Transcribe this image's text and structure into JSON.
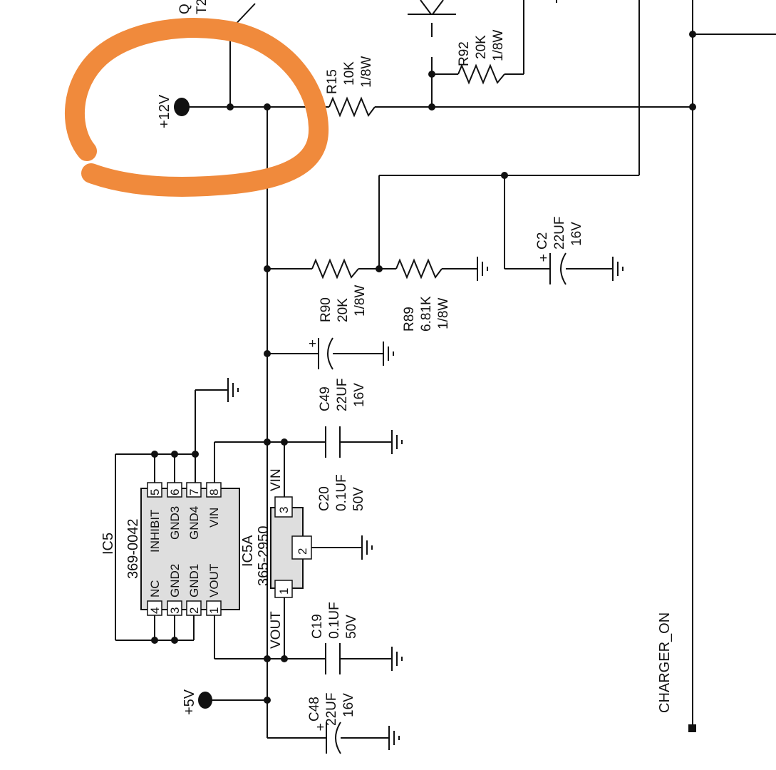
{
  "colors": {
    "wire": "#111111",
    "chip": "#dedede",
    "highlight": "#f08a3c",
    "background": "#ffffff"
  },
  "nets": {
    "plus12v": "+12V",
    "plus5v": "+5V",
    "charger_on": "CHARGER_ON"
  },
  "q_partial": {
    "name": "Q",
    "part": "T2"
  },
  "resistors": {
    "r15": {
      "name": "R15",
      "value": "10K",
      "rating": "1/8W"
    },
    "r92": {
      "name": "R92",
      "value": "20K",
      "rating": "1/8W"
    },
    "r90": {
      "name": "R90",
      "value": "20K",
      "rating": "1/8W"
    },
    "r89": {
      "name": "R89",
      "value": "6.81K",
      "rating": "1/8W"
    }
  },
  "capacitors": {
    "c2": {
      "name": "C2",
      "value": "22UF",
      "rating": "16V"
    },
    "c49": {
      "name": "C49",
      "value": "22UF",
      "rating": "16V"
    },
    "c20": {
      "name": "C20",
      "value": "0.1UF",
      "rating": "50V"
    },
    "c19": {
      "name": "C19",
      "value": "0.1UF",
      "rating": "50V"
    },
    "c48": {
      "name": "C48",
      "value": "22UF",
      "rating": "16V"
    },
    "polarity": "+"
  },
  "ic5": {
    "name": "IC5",
    "part": "369-0042",
    "pins_top": [
      {
        "num": "4",
        "name": "NC"
      },
      {
        "num": "3",
        "name": "GND2"
      },
      {
        "num": "2",
        "name": "GND1"
      },
      {
        "num": "1",
        "name": "VOUT"
      }
    ],
    "pins_bottom": [
      {
        "num": "5",
        "name": "INHIBIT"
      },
      {
        "num": "6",
        "name": "GND3"
      },
      {
        "num": "7",
        "name": "GND4"
      },
      {
        "num": "8",
        "name": "VIN"
      }
    ]
  },
  "ic5a": {
    "name": "IC5A",
    "part": "365-2950",
    "pins": [
      {
        "num": "1",
        "name": "VOUT"
      },
      {
        "num": "2",
        "name": ""
      },
      {
        "num": "3",
        "name": "VIN"
      }
    ]
  }
}
